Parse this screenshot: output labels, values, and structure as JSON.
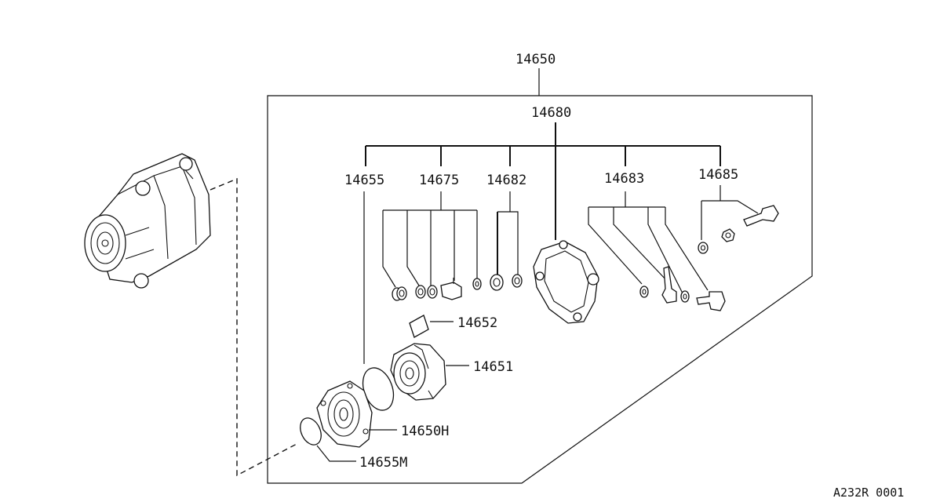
{
  "labels": {
    "assembly": "14650",
    "kit": "14680",
    "p14655": "14655",
    "p14675": "14675",
    "p14682": "14682",
    "p14683": "14683",
    "p14685": "14685",
    "p14652": "14652",
    "p14651": "14651",
    "p14650H": "14650H",
    "p14655M": "14655M"
  },
  "figure_code": "A232R 0001"
}
